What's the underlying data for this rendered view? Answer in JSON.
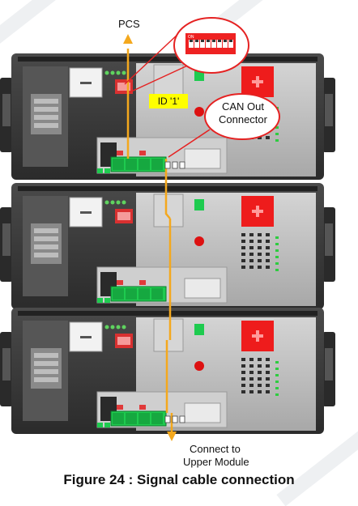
{
  "labels": {
    "pcs": "PCS",
    "id": "ID '1'",
    "can_out_line1": "CAN Out",
    "can_out_line2": "Connector",
    "connect_line1": "Connect to",
    "connect_line2": "Upper Module"
  },
  "caption": "Figure 24 : Signal cable connection",
  "dip_switch_header": "ON",
  "colors": {
    "cable": "#f4a81d",
    "id_label_bg": "#ffff00",
    "callout_border": "#e52222",
    "connector_green": "#1ecb4f",
    "terminal_red": "#ee1c1c",
    "chassis": "#3a3a3a",
    "panel": "#bfbfbf"
  }
}
